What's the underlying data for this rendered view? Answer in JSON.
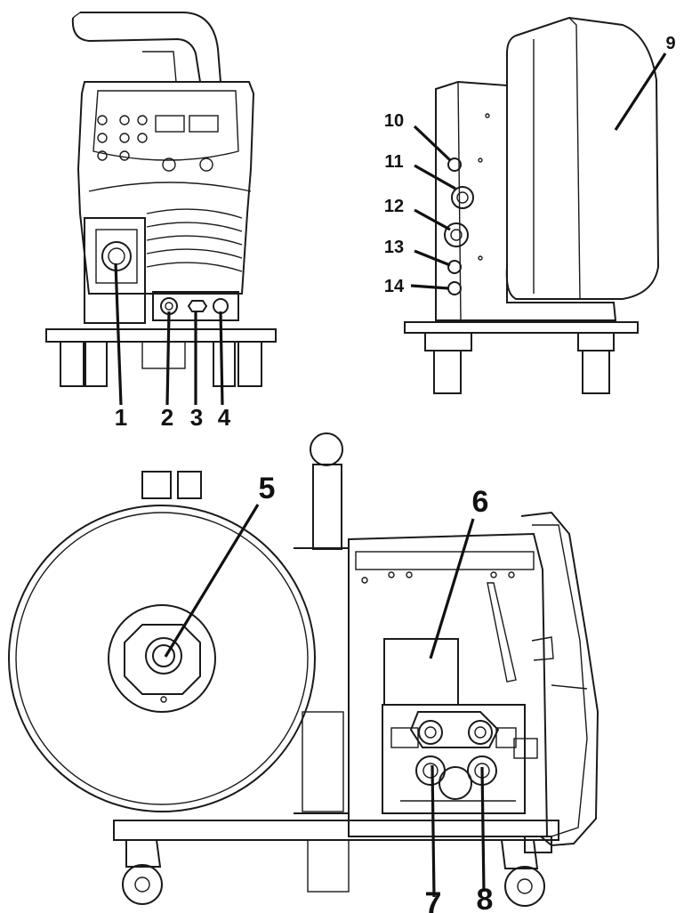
{
  "callouts": {
    "n1": "1",
    "n2": "2",
    "n3": "3",
    "n4": "4",
    "n5": "5",
    "n6": "6",
    "n7": "7",
    "n8": "8",
    "n9": "9",
    "n10": "10",
    "n11": "11",
    "n12": "12",
    "n13": "13",
    "n14": "14"
  },
  "colors": {
    "line": "#1a1a1a",
    "background": "#ffffff"
  }
}
